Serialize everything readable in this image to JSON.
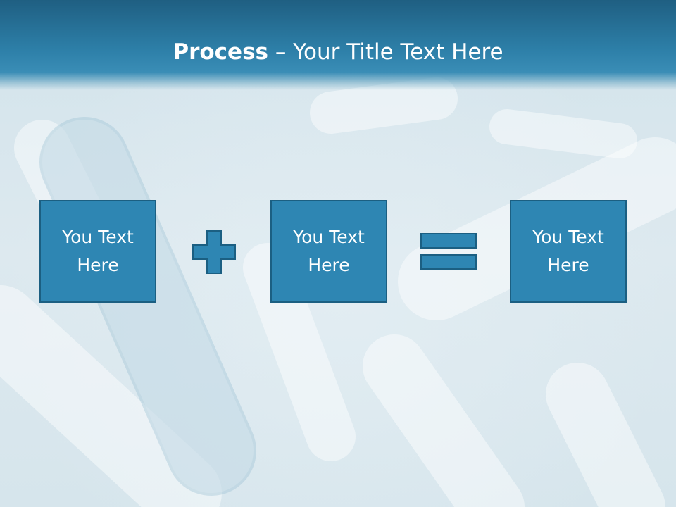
{
  "slide": {
    "title_bold": "Process",
    "title_rest": " – Your Title Text Here",
    "boxes": [
      {
        "text": "You Text Here"
      },
      {
        "text": "You Text Here"
      },
      {
        "text": "You Text Here"
      }
    ]
  },
  "colors": {
    "header": "#2d7fa8",
    "box_fill": "#2e86b3",
    "box_border": "#1b5f82",
    "text": "#ffffff"
  },
  "icons": {
    "operator_1": "plus-icon",
    "operator_2": "equals-icon"
  }
}
